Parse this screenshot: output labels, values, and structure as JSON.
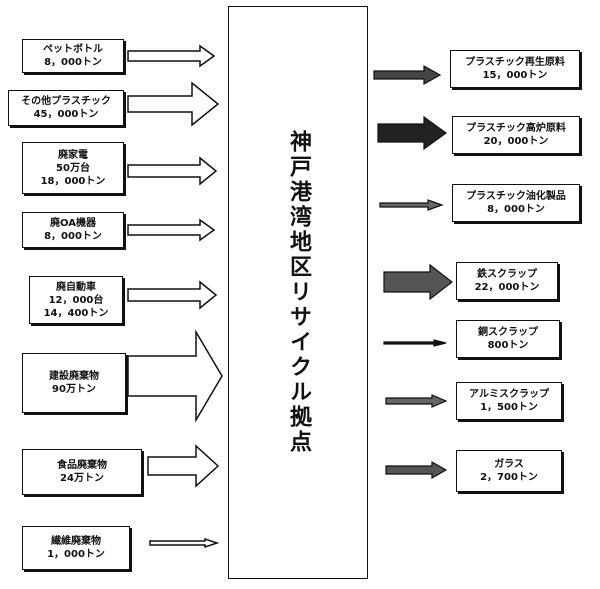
{
  "hub": {
    "title": "神戸港湾地区リサイクル拠点"
  },
  "inputs": [
    {
      "lines": [
        "ペットボトル",
        "8，000トン"
      ]
    },
    {
      "lines": [
        "その他プラスチック",
        "45，000トン"
      ]
    },
    {
      "lines": [
        "廃家電",
        "50万台",
        "18，000トン"
      ]
    },
    {
      "lines": [
        "廃OA機器",
        "8，000トン"
      ]
    },
    {
      "lines": [
        "廃自動車",
        "12，000台",
        "14，400トン"
      ]
    },
    {
      "lines": [
        "建設廃棄物",
        "90万トン"
      ]
    },
    {
      "lines": [
        "食品廃棄物",
        "24万トン"
      ]
    },
    {
      "lines": [
        "繊維廃棄物",
        "1，000トン"
      ]
    }
  ],
  "outputs": [
    {
      "lines": [
        "プラスチック再生原料",
        "15，000トン"
      ]
    },
    {
      "lines": [
        "プラスチック高炉原料",
        "20，000トン"
      ]
    },
    {
      "lines": [
        "プラスチック油化製品",
        "8，000トン"
      ]
    },
    {
      "lines": [
        "鉄スクラップ",
        "22，000トン"
      ]
    },
    {
      "lines": [
        "銅スクラップ",
        "800トン"
      ]
    },
    {
      "lines": [
        "アルミスクラップ",
        "1，500トン"
      ]
    },
    {
      "lines": [
        "ガラス",
        "2，700トン"
      ]
    }
  ]
}
